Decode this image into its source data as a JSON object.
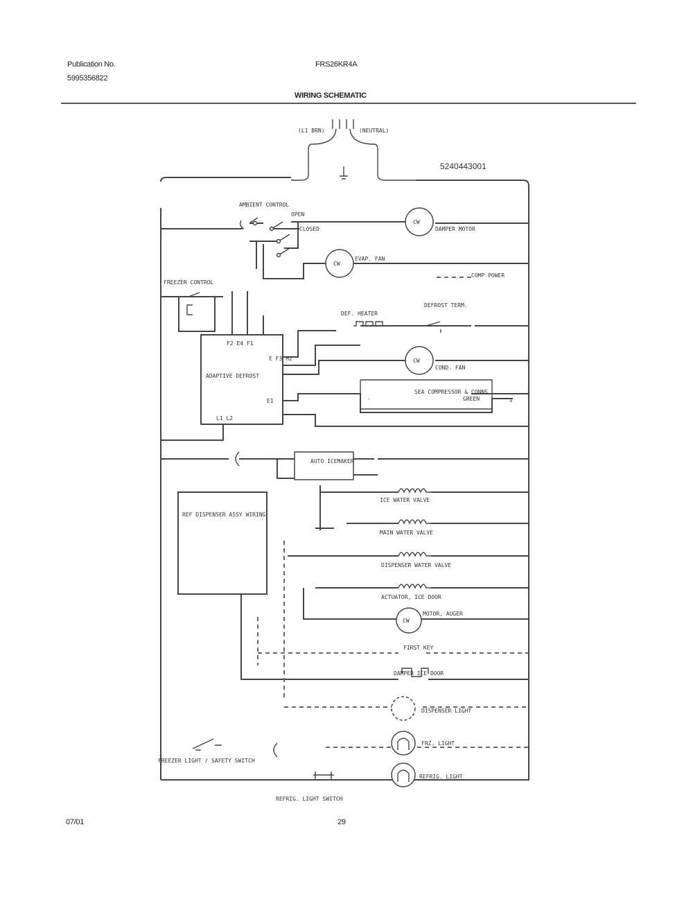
{
  "header": {
    "publication_label": "Publication No.",
    "publication_number": "5995356822",
    "model": "FRS26KR4A",
    "section_title": "WIRING SCHEMATIC"
  },
  "footer": {
    "date": "07/01",
    "page": "29"
  },
  "diagram": {
    "part_number": "5240443001",
    "power": {
      "left": "(L1 BRN)",
      "right": "(NEUTRAL)"
    },
    "labels": {
      "ambient_control": "AMBIENT CONTROL",
      "open": "OPEN",
      "closed": "CLOSED",
      "damper_motor": "DAMPER MOTOR",
      "evap_fan": "EVAP. FAN",
      "freezer_control": "FREEZER CONTROL",
      "comp_power": "COMP POWER",
      "def_heater": "DEF. HEATER",
      "defrost_term": "DEFROST TERM.",
      "adaptive_defrost": "ADAPTIVE DEFROST",
      "pins_top": "F2  E4  F1",
      "pins_side": "E  F3  H2",
      "pin_e1": "E1",
      "pin_l1": "L1  L2",
      "cond_fan": "COND. FAN",
      "compressor": "SEA COMPRESSOR & CONNS",
      "green": "GREEN",
      "auto_icemaker": "AUTO ICEMAKER",
      "ice_water_valve": "ICE WATER VALVE",
      "main_water_valve": "MAIN WATER VALVE",
      "dispenser_box": "REF DISPENSER ASSY WIRING",
      "dispenser_water_valve": "DISPENSER WATER VALVE",
      "actuator_ice_door": "ACTUATOR, ICE DOOR",
      "motor_auger": "MOTOR, AUGER",
      "first_key": "FIRST KEY",
      "damper_ice_door": "DAMPER ICE DOOR",
      "dispenser_light": "DISPENSER LIGHT",
      "frz_light": "FRZ. LIGHT",
      "refrig_light": "REFRIG. LIGHT",
      "freezer_switch": "FREEZER LIGHT / SAFETY SWITCH",
      "refrig_switch": "REFRIG. LIGHT SWITCH",
      "motor_code": "CW",
      "minus": "-",
      "plus": "+"
    }
  }
}
